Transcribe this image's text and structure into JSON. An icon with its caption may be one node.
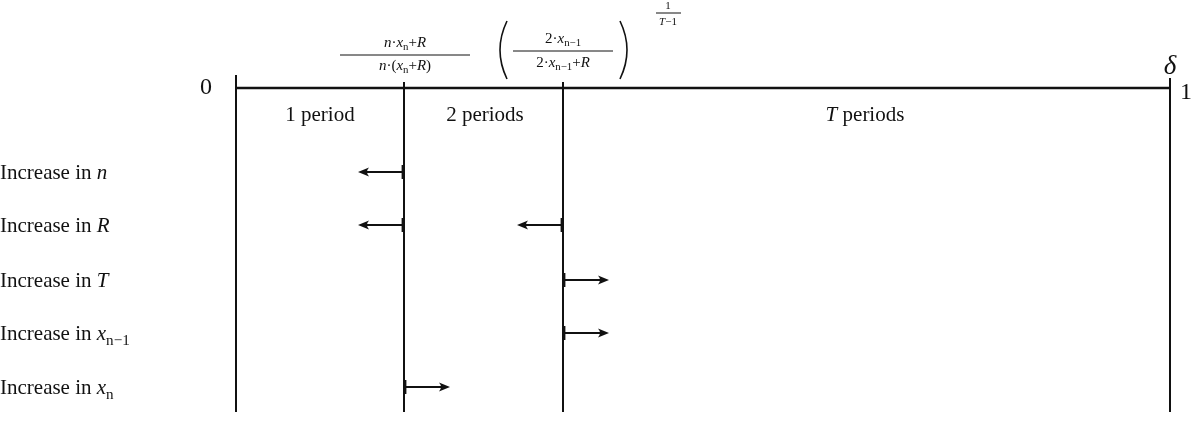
{
  "diagram": {
    "labels": [
      "*n*·*x*$_{n}$+*R*",
      "*n*·(*x*$_{n}$+*R*)",
      "2·*x*$_{n−1}$",
      "2·*x*$_{n−1}$+*R*",
      "1",
      "*T*−1",
      "0",
      "δ",
      "1",
      "1 period",
      "2 periods",
      "*T* periods",
      "Increase in *n*",
      "Increase in *R*",
      "Increase in *T*",
      "Increase in *x*$_{n−1}$",
      "Increase in *x*$_{n}$"
    ]
  }
}
